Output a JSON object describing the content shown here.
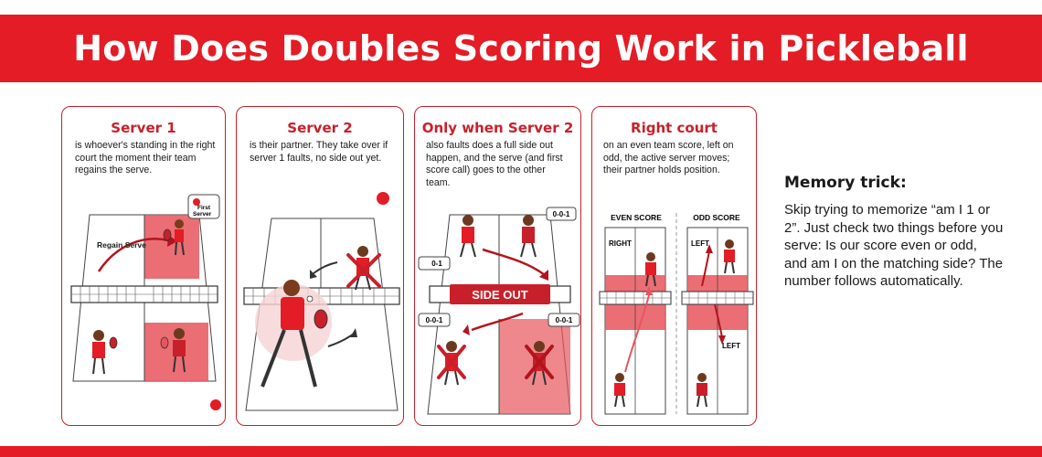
{
  "page_title": "How Does Doubles Scoring Work in Pickleball",
  "colors": {
    "brand_red": "#e31c25",
    "card_border": "#c8202a",
    "court_tint": "#f6d3d5",
    "court_red": "#e8555c"
  },
  "cards": [
    {
      "title": "Server 1",
      "text": "is whoever's standing in the right court the moment their team regains the serve.",
      "labels": {
        "regain": "Regain Serve",
        "first1": "First",
        "first2": "Server"
      }
    },
    {
      "title": "Server 2",
      "text": "is their partner. They take over if server 1 faults, no side out yet."
    },
    {
      "title": "Only when Server 2",
      "text": "also faults does a full side out happen, and the serve (and first score call) goes to the other team.",
      "labels": {
        "side_out": "SIDE OUT",
        "score_a": "0-0-1",
        "score_b": "0-1",
        "score_c": "0-0-1",
        "score_d": "0-0-1"
      }
    },
    {
      "title": "Right court",
      "text": "on an even team score, left on odd, the active server moves; their partner holds position.",
      "labels": {
        "even": "EVEN SCORE",
        "odd": "ODD SCORE",
        "right": "RIGHT",
        "left_top": "LEFT",
        "left_bottom": "LEFT"
      }
    }
  ],
  "memory": {
    "heading": "Memory trick:",
    "text": "Skip trying to memorize “am I 1 or 2”. Just check two things before you serve: Is our score even or odd, and am I on the matching side? The number follows automatically."
  }
}
